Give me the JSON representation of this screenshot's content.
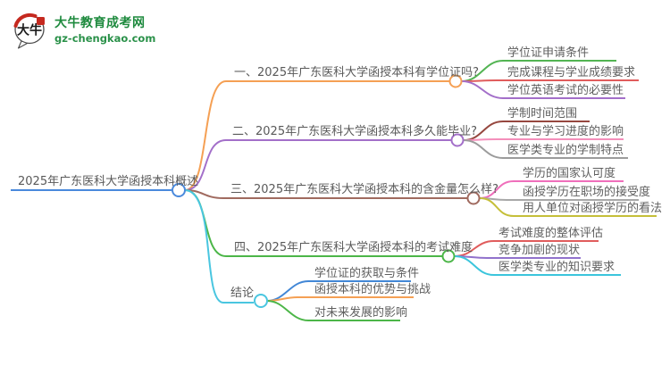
{
  "logo": {
    "icon_text": "大牛",
    "title": "大牛教育成考网",
    "domain": "gz-chengkao.com"
  },
  "mindmap": {
    "root": {
      "label": "2025年广东医科大学函授本科概述",
      "color": "#4a89dc"
    },
    "branches": [
      {
        "label": "一、2025年广东医科大学函授本科有学位证吗?",
        "color": "#f5a054",
        "children": [
          {
            "label": "学位证申请条件",
            "color": "#53b453"
          },
          {
            "label": "完成课程与学业成绩要求",
            "color": "#e05c5c"
          },
          {
            "label": "学位英语考试的必要性",
            "color": "#a36fc9"
          }
        ]
      },
      {
        "label": "二、2025年广东医科大学函授本科多久能毕业?",
        "color": "#a36fc9",
        "children": [
          {
            "label": "学制时间范围",
            "color": "#96473f"
          },
          {
            "label": "专业与学习进度的影响",
            "color": "#f48fbb"
          },
          {
            "label": "医学类专业的学制特点",
            "color": "#9c9c9c"
          }
        ]
      },
      {
        "label": "三、2025年广东医科大学函授本科的含金量怎么样?",
        "color": "#a06a5f",
        "children": [
          {
            "label": "学历的国家认可度",
            "color": "#ef6fbb"
          },
          {
            "label": "函授学历在职场的接受度",
            "color": "#a8a8a8"
          },
          {
            "label": "用人单位对函授学历的看法",
            "color": "#c5bf39"
          }
        ]
      },
      {
        "label": "四、2025年广东医科大学函授本科的考试难度",
        "color": "#4cb648",
        "children": [
          {
            "label": "考试难度的整体评估",
            "color": "#e05c5c"
          },
          {
            "label": "竞争加剧的现状",
            "color": "#9172cc"
          },
          {
            "label": "医学类专业的知识要求",
            "color": "#3bc5dc"
          }
        ]
      },
      {
        "label": "结论",
        "color": "#4ac6e0",
        "children": [
          {
            "label": "学位证的获取与条件",
            "color": "#4287d6"
          },
          {
            "label": "函授本科的优势与挑战",
            "color": "#f5a054"
          },
          {
            "label": "对未来发展的影响",
            "color": "#4cb648"
          }
        ]
      }
    ]
  }
}
